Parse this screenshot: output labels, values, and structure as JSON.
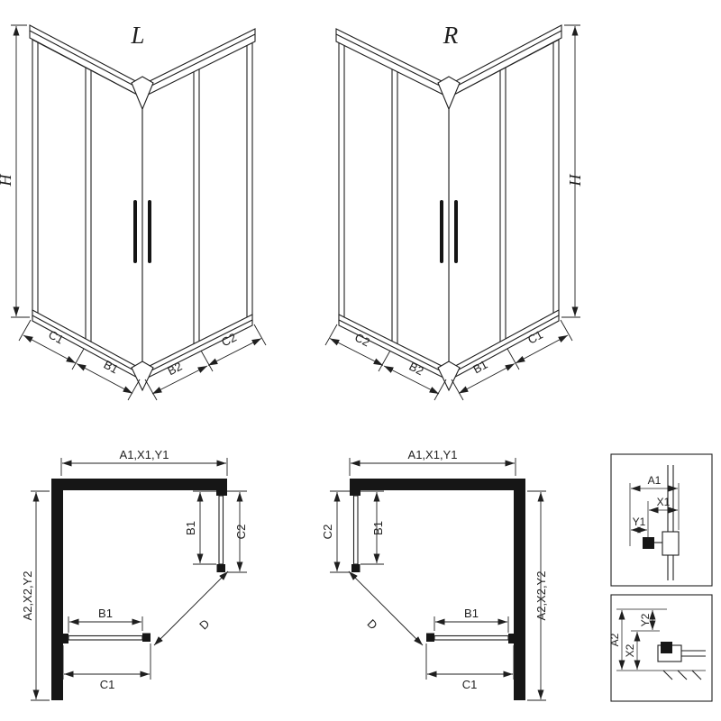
{
  "views": {
    "front_left": {
      "variant": "L",
      "height_dim": "H",
      "bottom_dims": [
        "C1",
        "B1",
        "B2",
        "C2"
      ]
    },
    "front_right": {
      "variant": "R",
      "height_dim": "H",
      "bottom_dims": [
        "C2",
        "B2",
        "B1",
        "C1"
      ]
    },
    "plan_left": {
      "width_dim": "A1,X1,Y1",
      "depth_dim": "A2,X2,Y2",
      "side_panel_dims": [
        "B1",
        "C2"
      ],
      "front_panel_dims": [
        "B1",
        "C1"
      ],
      "entry_dim": "D"
    },
    "plan_right": {
      "width_dim": "A1,X1,Y1",
      "depth_dim": "A2,X2,Y2",
      "side_panel_dims": [
        "C2",
        "B1"
      ],
      "front_panel_dims": [
        "B1",
        "C1"
      ],
      "entry_dim": "D"
    },
    "detail_top": {
      "dims": [
        "A1",
        "X1",
        "Y1"
      ]
    },
    "detail_bottom": {
      "dims": [
        "A2",
        "X2",
        "Y2"
      ]
    }
  },
  "colors": {
    "line": "#1f1f1f",
    "fill_dark": "#161616",
    "background": "#ffffff"
  }
}
